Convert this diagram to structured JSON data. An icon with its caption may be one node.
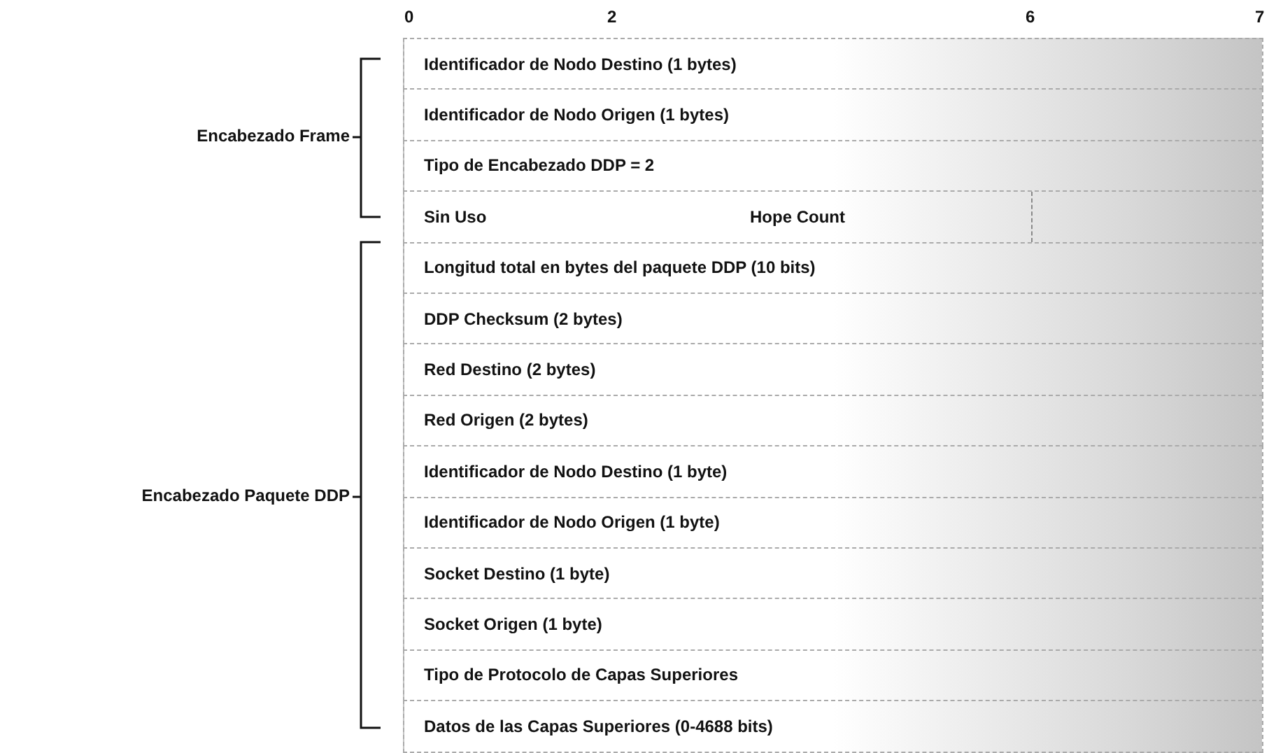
{
  "diagram": {
    "nodes": [
      {
        "text": [
          "Identificador de Nodo Destino (1 bytes)"
        ]
      },
      {
        "text": [
          "Identificador de Nodo Origen (1 bytes)"
        ]
      },
      {
        "text": [
          "Tipo de Encabezado DDP = 2"
        ]
      },
      {
        "text": [
          "Sin Uso",
          "Hope Count"
        ]
      },
      {
        "text": [
          "Longitud total en bytes del paquete DDP (10 bits)"
        ]
      },
      {
        "text": [
          "DDP Checksum (2 bytes)"
        ]
      },
      {
        "text": [
          "Red Destino (2 bytes)"
        ]
      },
      {
        "text": [
          "Red Origen (2 bytes)"
        ]
      },
      {
        "text": [
          "Identificador de Nodo Destino (1 byte)"
        ]
      },
      {
        "text": [
          "Identificador de Nodo Origen (1 byte)"
        ]
      },
      {
        "text": [
          "Socket Destino (1 byte)"
        ]
      },
      {
        "text": [
          "Socket Origen (1 byte)"
        ]
      },
      {
        "text": [
          "Tipo de Protocolo de Capas Superiores"
        ]
      },
      {
        "text": [
          "Datos de las Capas Superiores (0-4688 bits)"
        ]
      }
    ],
    "labels": [
      "0",
      "2",
      "6",
      "7",
      "Encabezado Frame",
      "Encabezado Paquete DDP"
    ]
  }
}
